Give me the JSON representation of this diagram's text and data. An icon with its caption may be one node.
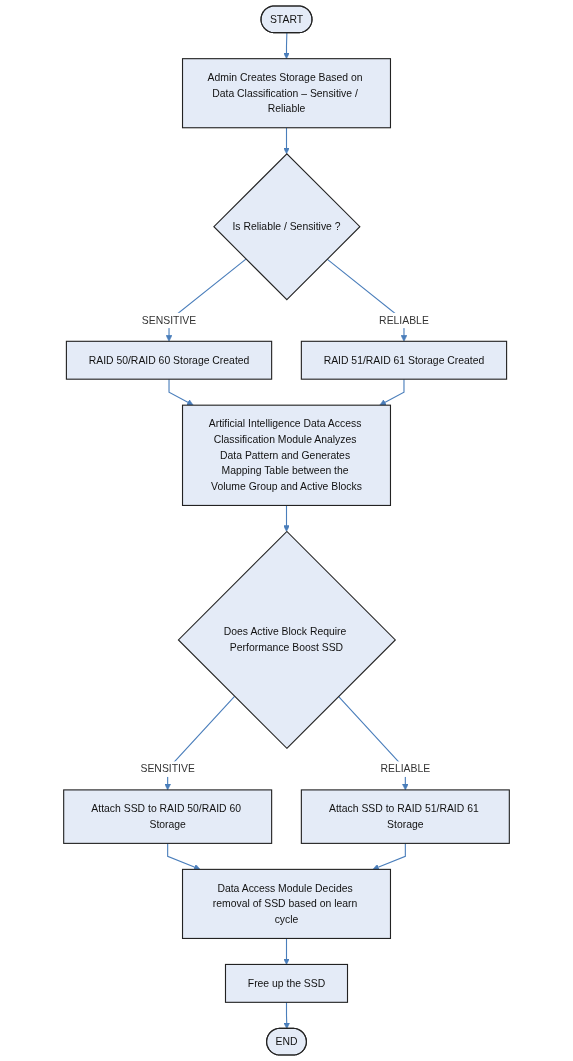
{
  "diagram": {
    "nodes": [
      {
        "text": [
          "START"
        ]
      },
      {
        "text": [
          "Admin Creates Storage Based on Data Classification – Sensitive / Reliable"
        ]
      },
      {
        "text": [
          "Is Reliable / Sensitive ?"
        ]
      },
      {
        "text": [
          "RAID 50/RAID 60 Storage Created"
        ]
      },
      {
        "text": [
          "RAID 51/RAID 61 Storage Created"
        ]
      },
      {
        "text": [
          "Artificial Intelligence Data Access Classification Module Analyzes Data Pattern and Generates Mapping Table between the Volume Group and Active Blocks"
        ]
      },
      {
        "text": [
          "Does Active Block Require Performance Boost SSD"
        ]
      },
      {
        "text": [
          "Attach SSD to RAID 50/RAID 60 Storage"
        ]
      },
      {
        "text": [
          "Attach SSD to RAID 51/RAID 61 Storage"
        ]
      },
      {
        "text": [
          "Data Access Module Decides removal of SSD based on learn cycle"
        ]
      },
      {
        "text": [
          "Free up the SSD"
        ]
      },
      {
        "text": [
          "END"
        ]
      }
    ],
    "edges": [
      {
        "from": 0,
        "to": 1,
        "arrow": "to"
      },
      {
        "from": 1,
        "to": 2,
        "arrow": "to"
      },
      {
        "from": 2,
        "to": 3,
        "label": "SENSITIVE",
        "arrow": "to"
      },
      {
        "from": 2,
        "to": 4,
        "label": "RELIABLE",
        "arrow": "to"
      },
      {
        "from": 3,
        "to": 5,
        "arrow": "to"
      },
      {
        "from": 4,
        "to": 5,
        "arrow": "to"
      },
      {
        "from": 5,
        "to": 6,
        "arrow": "to"
      },
      {
        "from": 6,
        "to": 7,
        "label": "SENSITIVE",
        "arrow": "to"
      },
      {
        "from": 6,
        "to": 8,
        "label": "RELIABLE",
        "arrow": "to"
      },
      {
        "from": 7,
        "to": 9,
        "arrow": "to"
      },
      {
        "from": 8,
        "to": 9,
        "arrow": "to"
      },
      {
        "from": 9,
        "to": 10,
        "arrow": "to"
      },
      {
        "from": 10,
        "to": 11,
        "arrow": "to"
      }
    ]
  }
}
